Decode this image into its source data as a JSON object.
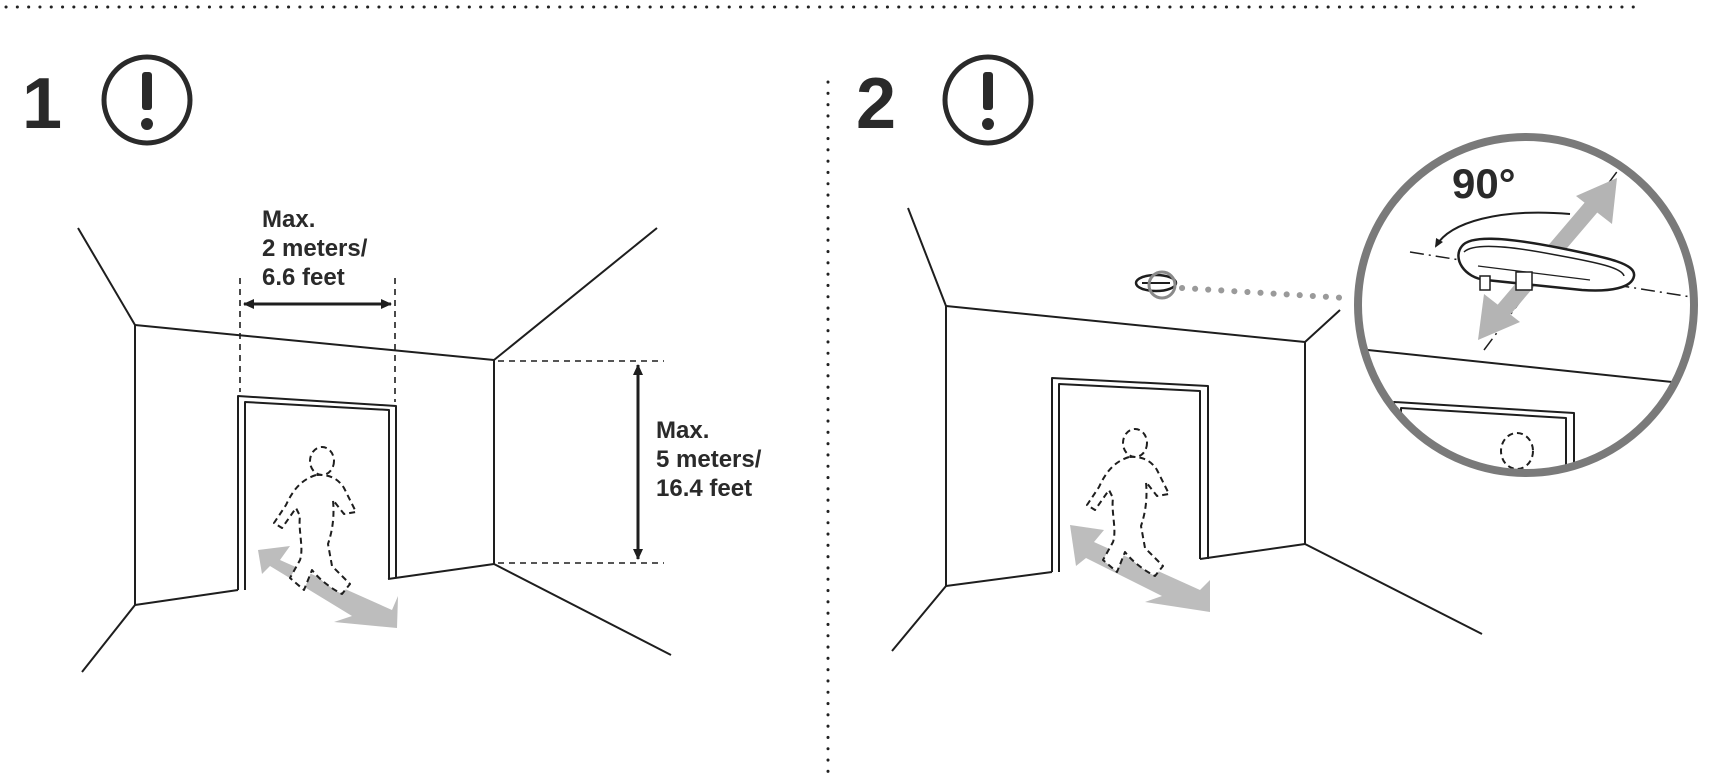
{
  "steps": [
    {
      "number": "1",
      "warning_icon": "exclamation-circle-icon",
      "width_label": [
        "Max.",
        "2 meters/",
        "6.6 feet"
      ],
      "height_label": [
        "Max.",
        "5 meters/",
        "16.4 feet"
      ]
    },
    {
      "number": "2",
      "warning_icon": "exclamation-circle-icon",
      "angle_label": "90°"
    }
  ],
  "colors": {
    "ink": "#1e1e1e",
    "arrow_gray": "#bdbdbd",
    "magnifier_ring": "#7a7a7a",
    "dotted": "#9a9a9a"
  }
}
